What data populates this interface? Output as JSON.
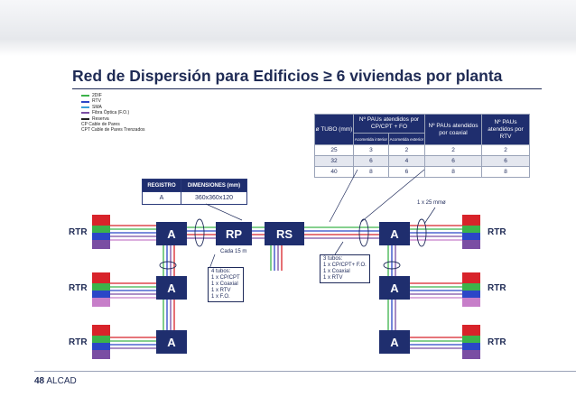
{
  "title": "Red de Dispersión para Edificios ≥ 6 viviendas por planta",
  "legend": [
    {
      "label": "2DIF",
      "color": "#3cb34a"
    },
    {
      "label": "RTV",
      "color": "#2b46c7"
    },
    {
      "label": "SMA",
      "color": "#3aa0d8"
    },
    {
      "label": "Fibra Óptica (F.O.)",
      "color": "#7a4ea3"
    },
    {
      "label": "Reserva",
      "color": "#222222"
    },
    {
      "label": "CP  Cable de Pares",
      "color": ""
    },
    {
      "label": "CPT Cable de Pares Trenzados",
      "color": ""
    }
  ],
  "registro_table": {
    "headers": [
      "REGISTRO",
      "DIMENSIONES (mm)"
    ],
    "row": [
      "A",
      "360x360x120"
    ]
  },
  "tube_table": {
    "headers": [
      "ø TUBO (mm)",
      "Nº PAUs atendidos por CP/CPT + FO",
      "Nº PAUs atendidos por coaxial",
      "Nº PAUs atendidos por RTV"
    ],
    "subheaders": [
      "Acometida interior",
      "Acometida exterior"
    ],
    "rows": [
      [
        "25",
        "3",
        "2",
        "2",
        "2"
      ],
      [
        "32",
        "6",
        "4",
        "6",
        "6"
      ],
      [
        "40",
        "8",
        "6",
        "8",
        "8"
      ]
    ]
  },
  "boxes": {
    "a": "A",
    "rp": "RP",
    "rs": "RS"
  },
  "rtr_label": "RTR",
  "labels": {
    "cada": "Cada 15 m",
    "one_by": "1 x 25 mmø",
    "four_tubes": [
      "4 tubos:",
      "1 x CP/CPT",
      "1 x Coaxial",
      "1 x RTV",
      "1 x F.O."
    ],
    "three_tubes": [
      "3 tubos:",
      "1 x CP/CPT+ F.O.",
      "1 x Coaxial",
      "1 x RTV"
    ]
  },
  "footer": {
    "page": "48",
    "brand": "ALCAD"
  },
  "colors": {
    "navy": "#1f2e6e",
    "red": "#d8232a",
    "green": "#3cb34a",
    "blue": "#2b46c7",
    "purple": "#7a4ea3",
    "pink": "#c77ec9"
  }
}
